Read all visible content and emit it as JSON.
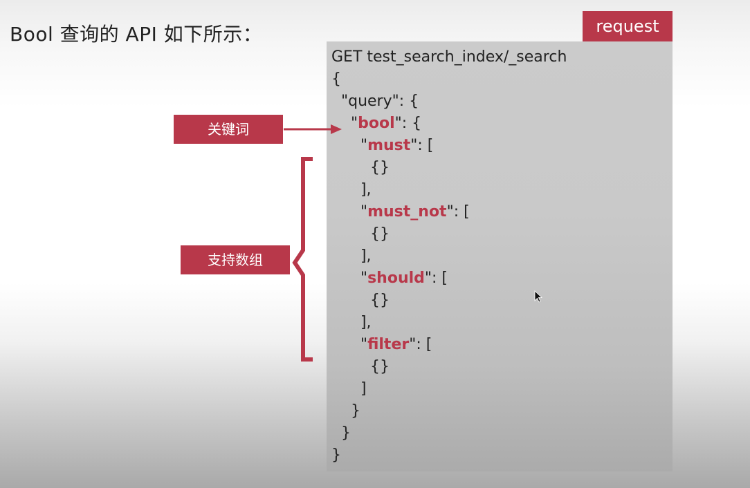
{
  "slide": {
    "title": "Bool 查询的 API 如下所示：",
    "request_tab": "request",
    "labels": {
      "keyword": "关键词",
      "array": "支持数组"
    }
  },
  "code": {
    "line1": "GET test_search_index/_search",
    "line2": "{",
    "line3": "  \"query\": {",
    "line4_pre": "    \"",
    "line4_kw": "bool",
    "line4_post": "\": {",
    "line5_pre": "      \"",
    "line5_kw": "must",
    "line5_post": "\": [",
    "line6": "        {}",
    "line7": "      ],",
    "line8_pre": "      \"",
    "line8_kw": "must_not",
    "line8_post": "\": [",
    "line9": "        {}",
    "line10": "      ],",
    "line11_pre": "      \"",
    "line11_kw": "should",
    "line11_post": "\": [",
    "line12": "        {}",
    "line13": "      ],",
    "line14_pre": "      \"",
    "line14_kw": "filter",
    "line14_post": "\": [",
    "line15": "        {}",
    "line16": "      ]",
    "line17": "    }",
    "line18": "  }",
    "line19": "}"
  },
  "colors": {
    "accent": "#b8384a",
    "panel": "#c9c9c9"
  }
}
